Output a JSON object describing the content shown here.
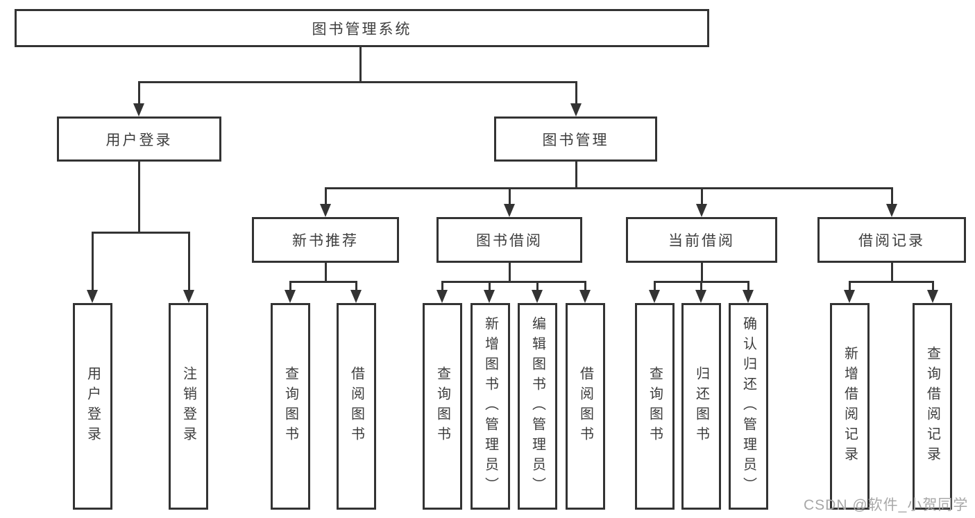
{
  "diagram": {
    "root": "图书管理系统",
    "level2": [
      "用户登录",
      "图书管理"
    ],
    "level3": [
      "新书推荐",
      "图书借阅",
      "当前借阅",
      "借阅记录"
    ],
    "leaves": {
      "user_login": [
        "用户登录",
        "注销登录"
      ],
      "new_book_recommend": [
        "查询图书",
        "借阅图书"
      ],
      "book_borrow": [
        "查询图书",
        "新增图书（管理员）",
        "编辑图书（管理员）",
        "借阅图书"
      ],
      "current_borrow": [
        "查询图书",
        "归还图书",
        "确认归还（管理员）"
      ],
      "borrow_records": [
        "新增借阅记录",
        "查询借阅记录"
      ]
    }
  },
  "watermark": "CSDN @软件_小贺同学",
  "colors": {
    "line": "#333333",
    "text": "#3d3d3d",
    "background": "#ffffff",
    "watermark": "#a8a8a8"
  }
}
